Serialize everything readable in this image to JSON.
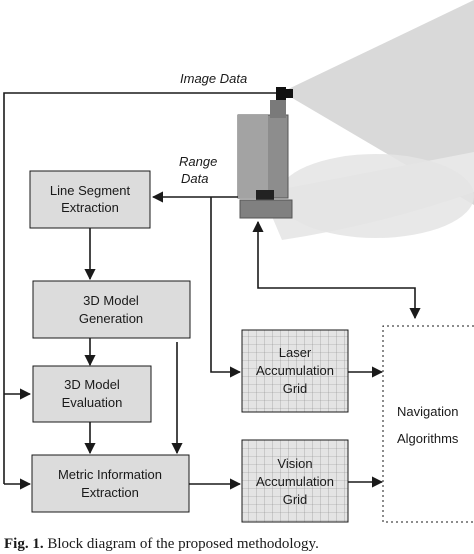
{
  "labels": {
    "image_data": "Image Data",
    "range_data_line1": "Range",
    "range_data_line2": "Data"
  },
  "boxes": {
    "line_segment": [
      "Line Segment",
      "Extraction"
    ],
    "model_generation": [
      "3D Model",
      "Generation"
    ],
    "model_evaluation": [
      "3D Model",
      "Evaluation"
    ],
    "metric_info": [
      "Metric Information",
      "Extraction"
    ],
    "laser_grid": [
      "Laser",
      "Accumulation",
      "Grid"
    ],
    "vision_grid": [
      "Vision",
      "Accumulation",
      "Grid"
    ],
    "navigation": [
      "Navigation",
      "Algorithms"
    ]
  },
  "caption": {
    "prefix": "Fig. 1.",
    "text": " Block diagram of the proposed methodology."
  },
  "colors": {
    "box_fill": "#dcdcdc",
    "grid_fill": "#e4e4e4",
    "line": "#1a1a1a",
    "robot_body": "#8c8c8c",
    "camera_cone": "#d8d8d8",
    "laser_fan": "#e6e6e6"
  }
}
